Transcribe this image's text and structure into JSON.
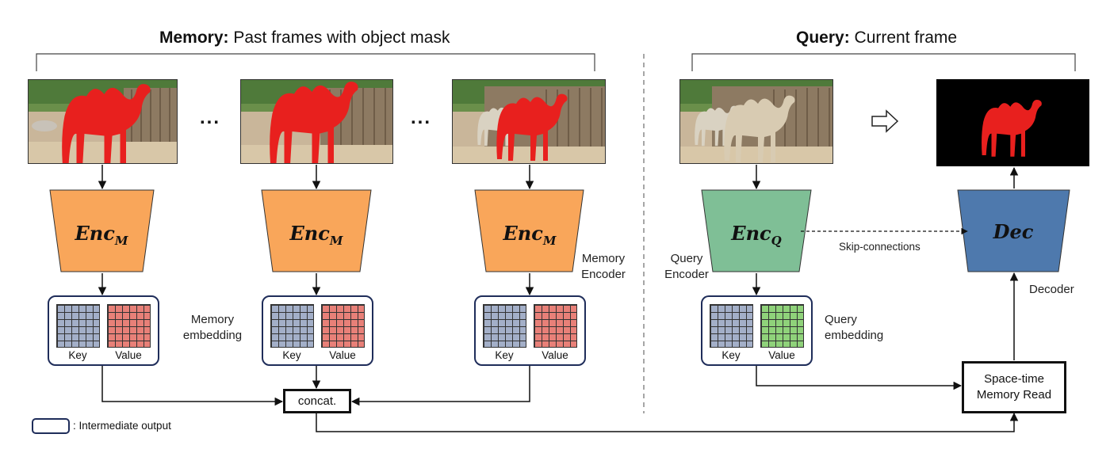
{
  "titles": {
    "memory_bold": "Memory:",
    "memory_rest": " Past frames with object mask",
    "query_bold": "Query:",
    "query_rest": " Current frame"
  },
  "ellipsis": "...",
  "encoders": {
    "memory_main": "Enc",
    "memory_sub": "M",
    "query_main": "Enc",
    "query_sub": "Q",
    "decoder": "Dec"
  },
  "labels": {
    "memory_encoder": [
      "Memory",
      "Encoder"
    ],
    "memory_embedding": [
      "Memory",
      "embedding"
    ],
    "query_encoder": [
      "Query",
      "Encoder"
    ],
    "query_embedding": [
      "Query",
      "embedding"
    ],
    "decoder": "Decoder",
    "skip": "Skip-connections",
    "key": "Key",
    "value": "Value",
    "concat": "concat.",
    "stmr": [
      "Space-time",
      "Memory Read"
    ],
    "legend": ": Intermediate output"
  },
  "colors": {
    "mem_encoder": "#f9a65a",
    "query_encoder": "#7fbf96",
    "decoder": "#4e79ad",
    "key_grid": "#a3afc8",
    "value_grid_memory": "#e88078",
    "value_grid_query": "#8fd27a",
    "mask_red": "#e8201e"
  }
}
